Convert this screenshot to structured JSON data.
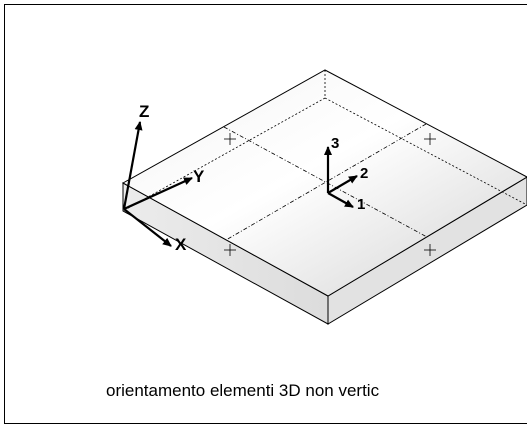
{
  "labels": {
    "z": "Z",
    "y": "Y",
    "x": "X",
    "local_1": "1",
    "local_2": "2",
    "local_3": "3"
  },
  "caption": "orientamento elementi 3D non vertic",
  "colors": {
    "stroke": "#000000",
    "top_face_light": "#ffffff",
    "top_face_dark": "#d9d9d9",
    "side_face": "#e6e6e6",
    "background": "#ffffff"
  }
}
